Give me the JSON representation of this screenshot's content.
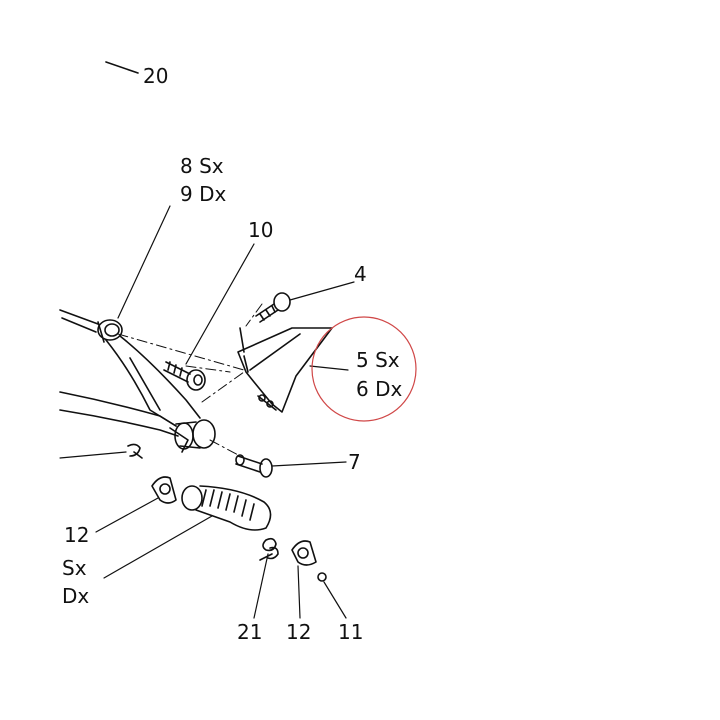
{
  "callouts": {
    "c20": "20",
    "c8": "8 Sx",
    "c9": "9 Dx",
    "c10": "10",
    "c4": "4",
    "c5": "5 Sx",
    "c6": "6 Dx",
    "c7": "7",
    "c12a": "12",
    "csx": "Sx",
    "cdx": "Dx",
    "c21": "21",
    "c12b": "12",
    "c11": "11"
  },
  "colors": {
    "line": "#111111",
    "highlight_circle": "#d04848"
  }
}
